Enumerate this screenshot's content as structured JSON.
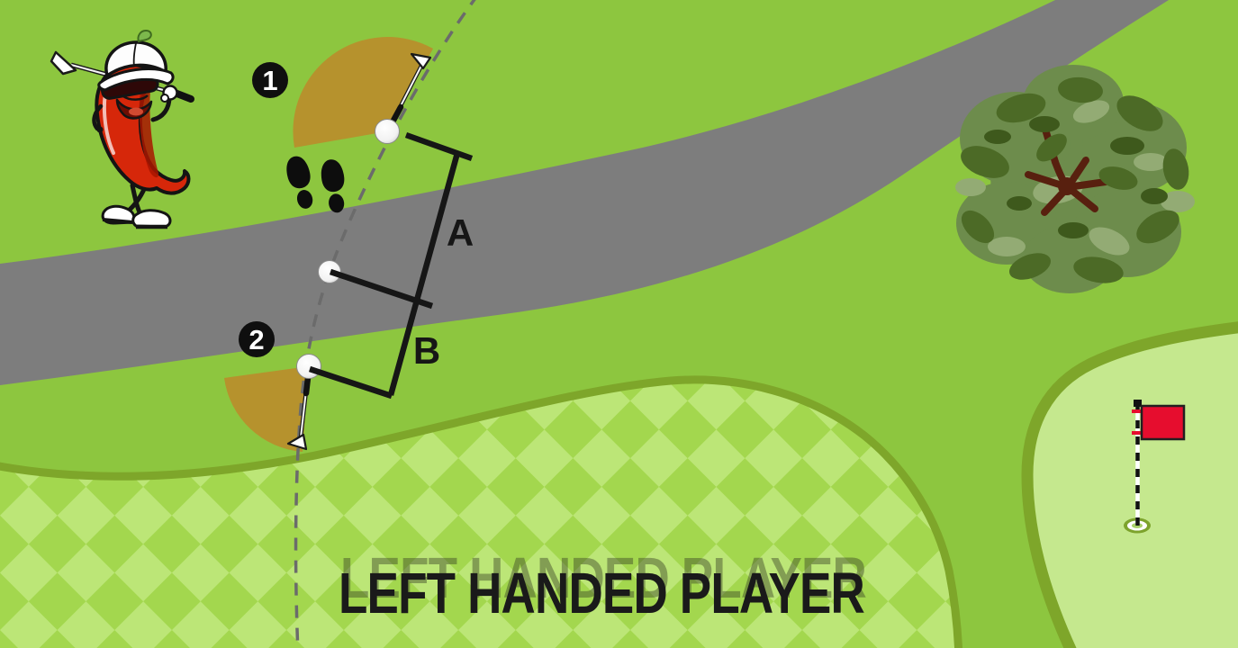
{
  "header": {
    "title": "LEFT HANDED PLAYER"
  },
  "badges": {
    "position1": "1",
    "position2": "2"
  },
  "measurements": {
    "segment_a": "A",
    "segment_b": "B"
  },
  "colors": {
    "grass": "#8dc63f",
    "cart_path": "#7d7d7d",
    "relief_fan": "#b6922d",
    "fairway_light": "#bce677",
    "fairway_dark": "#a3d74e",
    "border_olive": "#7ea62a",
    "putting_green": "#c5e88e",
    "flag_red": "#e60d2e",
    "pepper_red": "#d6270a",
    "title_text": "#1a1a1a"
  },
  "icons": {
    "golfer_character": "chili-pepper-golfer",
    "golf_ball": "white-ball",
    "golf_club": "club-with-shaft-and-head",
    "relief_fan": "tan-club-length-arc",
    "footprints": "black-shoe-prints",
    "bush": "top-view-tree",
    "flag": "red-flag-on-striped-pole",
    "hole": "golf-hole",
    "cart_path": "gray-curved-path",
    "target_line": "gray-dashed-line"
  }
}
